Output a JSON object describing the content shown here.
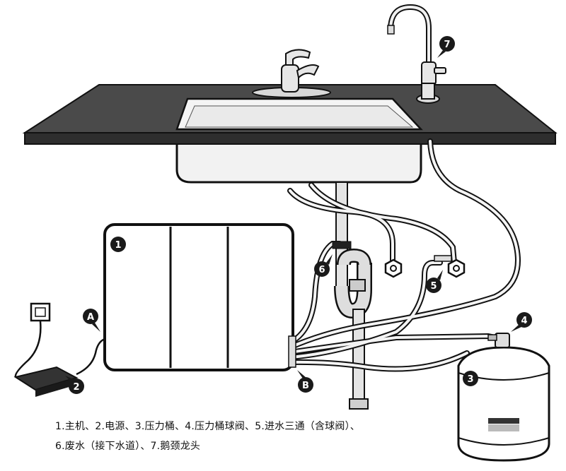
{
  "markers": {
    "m1": "1",
    "m2": "2",
    "m3": "3",
    "m4": "4",
    "m5": "5",
    "m6": "6",
    "m7": "7",
    "mA": "A",
    "mB": "B"
  },
  "legend": {
    "line1": "1.主机、2.电源、3.压力桶、4.压力桶球阀、5.进水三通（含球阀）、",
    "line2": "6.废水（接下水道）、7.鹅颈龙头"
  },
  "colors": {
    "countertop": "#4a4a4a",
    "sink": "#eeeeee",
    "outline": "#111111",
    "marker": "#1a1a1a"
  }
}
